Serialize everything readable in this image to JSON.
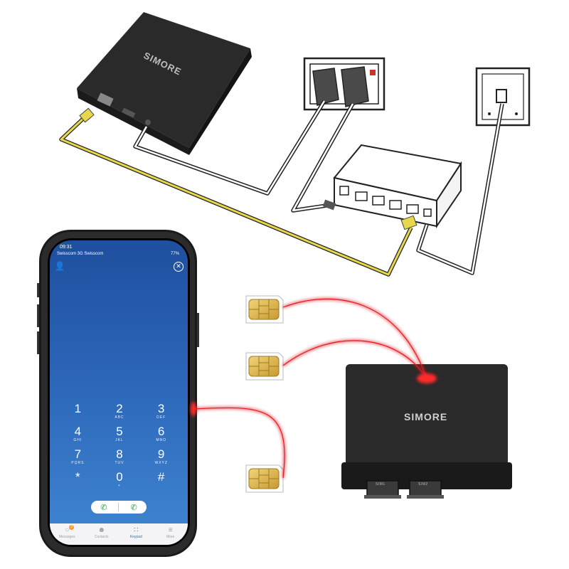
{
  "phone": {
    "status_time": "09:31",
    "status_carrier": "Swisscom 3G  Swisscom",
    "status_battery": "77%",
    "keypad": [
      {
        "digit": "1",
        "letters": ""
      },
      {
        "digit": "2",
        "letters": "ABC"
      },
      {
        "digit": "3",
        "letters": "DEF"
      },
      {
        "digit": "4",
        "letters": "GHI"
      },
      {
        "digit": "5",
        "letters": "JKL"
      },
      {
        "digit": "6",
        "letters": "MNO"
      },
      {
        "digit": "7",
        "letters": "PQRS"
      },
      {
        "digit": "8",
        "letters": "TUV"
      },
      {
        "digit": "9",
        "letters": "WXYZ"
      },
      {
        "digit": "*",
        "letters": ""
      },
      {
        "digit": "0",
        "letters": "+"
      },
      {
        "digit": "#",
        "letters": ""
      }
    ],
    "tabs": [
      {
        "label": "Messages",
        "icon": "message-bubble-icon",
        "badge": "3"
      },
      {
        "label": "Contacts",
        "icon": "contacts-icon"
      },
      {
        "label": "Keypad",
        "icon": "keypad-icon"
      },
      {
        "label": "More",
        "icon": "more-list-icon"
      }
    ],
    "active_tab": "Keypad"
  },
  "devices": {
    "brand": "SIMORE",
    "slot_label_a": "SIM1",
    "slot_label_b": "SIM2"
  },
  "colors": {
    "device_body": "#2a2a2a",
    "ethernet_cable": "#e6d84a",
    "signal_line": "#e11b22",
    "screen_gradient_top": "#1f4f9e",
    "screen_gradient_bottom": "#3f86d2",
    "sim_chip": "#d9b44a",
    "call_green": "#2e9e4a"
  }
}
